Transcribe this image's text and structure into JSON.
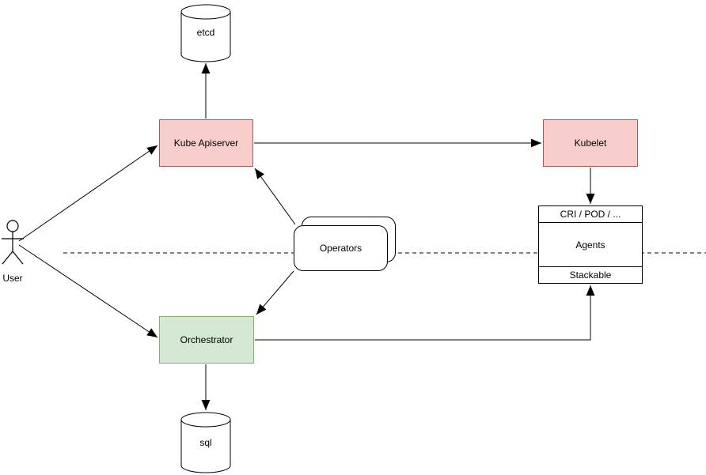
{
  "diagram": {
    "background": "#ffffff",
    "colors": {
      "control_plane_fill": "#F8CECC",
      "control_plane_stroke": "#B85450",
      "orchestrator_fill": "#D5E8D4",
      "orchestrator_stroke": "#82B366",
      "shape_fill": "#FFFFFF",
      "line": "#000000"
    },
    "nodes": {
      "user": {
        "label": "User",
        "shape": "actor"
      },
      "etcd": {
        "label": "etcd",
        "shape": "cylinder"
      },
      "kube_apiserver": {
        "label": "Kube Apiserver",
        "shape": "rectangle"
      },
      "kubelet": {
        "label": "Kubelet",
        "shape": "rectangle"
      },
      "operators": {
        "label": "Operators",
        "shape": "stacked-rounded-rectangle"
      },
      "orchestrator": {
        "label": "Orchestrator",
        "shape": "rectangle"
      },
      "sql": {
        "label": "sql",
        "shape": "cylinder"
      },
      "agents": {
        "shape": "list",
        "rows": [
          "CRI / POD / ...",
          "Agents",
          "Stackable"
        ]
      }
    },
    "edges": [
      {
        "from": "user",
        "to": "kube_apiserver",
        "style": "arrow"
      },
      {
        "from": "user",
        "to": "orchestrator",
        "style": "arrow"
      },
      {
        "from": "kube_apiserver",
        "to": "etcd",
        "style": "arrow"
      },
      {
        "from": "kube_apiserver",
        "to": "kubelet",
        "style": "arrow"
      },
      {
        "from": "kubelet",
        "to": "agents.cri_pod",
        "style": "arrow"
      },
      {
        "from": "operators",
        "to": "kube_apiserver",
        "style": "arrow"
      },
      {
        "from": "operators",
        "to": "orchestrator",
        "style": "arrow"
      },
      {
        "from": "orchestrator",
        "to": "sql",
        "style": "arrow"
      },
      {
        "from": "orchestrator",
        "to": "agents.stackable",
        "style": "arrow-orthogonal"
      }
    ],
    "separator": {
      "style": "dashed",
      "orientation": "horizontal"
    }
  }
}
